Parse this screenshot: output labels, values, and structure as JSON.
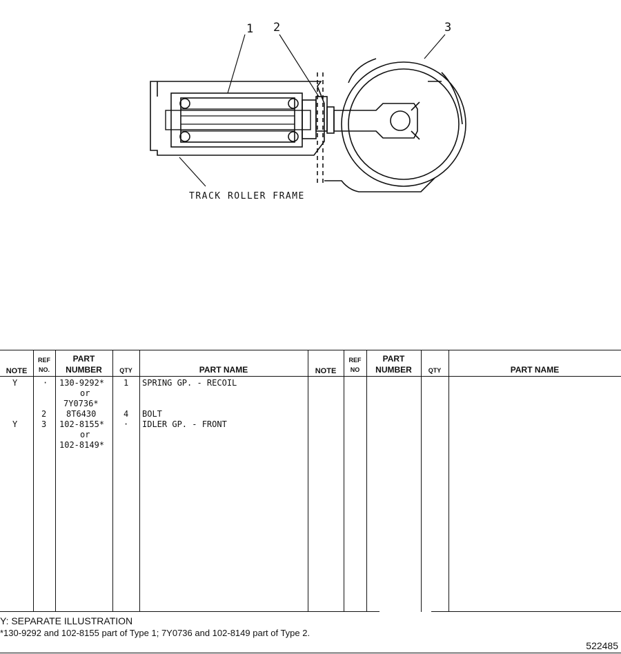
{
  "illustration": {
    "callouts": [
      "1",
      "2",
      "3"
    ],
    "frame_label": "TRACK ROLLER FRAME"
  },
  "table": {
    "headers": {
      "note": "NOTE",
      "ref": "REF",
      "ref_no_left": "NO.",
      "ref_no_right": "NO",
      "part": "PART",
      "number": "NUMBER",
      "qty": "QTY",
      "part_name": "PART NAME"
    },
    "rows": [
      {
        "note": "Y",
        "ref": "·",
        "part_number": "130-9292*",
        "qty": "1",
        "part_name": "SPRING GP. - RECOIL"
      },
      {
        "note": "",
        "ref": "",
        "part_number": "or",
        "qty": "",
        "part_name": ""
      },
      {
        "note": "",
        "ref": "",
        "part_number": "7Y0736*",
        "qty": "",
        "part_name": ""
      },
      {
        "note": "",
        "ref": "2",
        "part_number": "8T6430",
        "qty": "4",
        "part_name": "BOLT"
      },
      {
        "note": "Y",
        "ref": "3",
        "part_number": "102-8155*",
        "qty": "·",
        "part_name": "IDLER GP. - FRONT"
      },
      {
        "note": "",
        "ref": "",
        "part_number": "or",
        "qty": "",
        "part_name": ""
      },
      {
        "note": "",
        "ref": "",
        "part_number": "102-8149*",
        "qty": "",
        "part_name": ""
      }
    ]
  },
  "footnotes": {
    "line1": "Y: SEPARATE ILLUSTRATION",
    "line2": "*130-9292 and 102-8155 part of Type 1; 7Y0736 and 102-8149 part of Type 2."
  },
  "page_code": "522485"
}
